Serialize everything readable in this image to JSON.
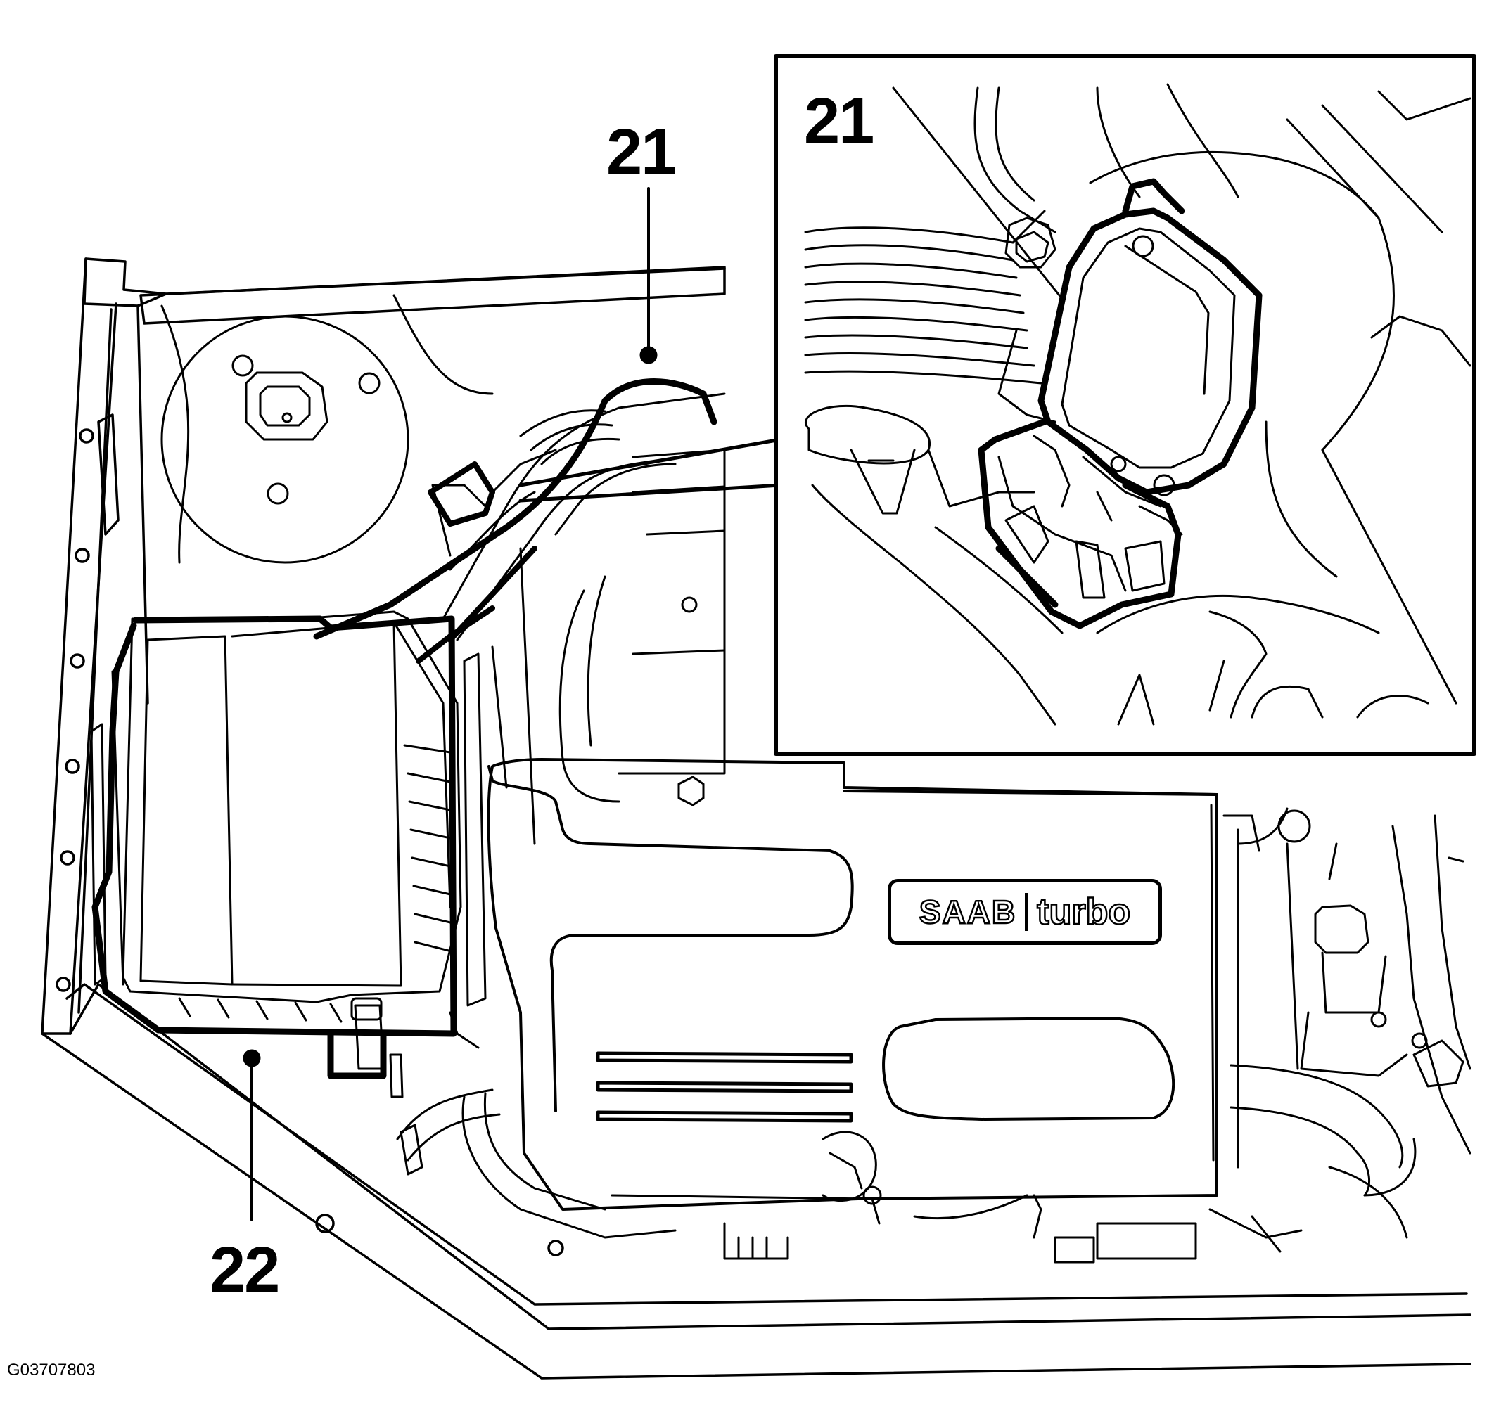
{
  "callouts": {
    "main_21": "21",
    "main_22": "22",
    "inset_21": "21"
  },
  "brand_plate": {
    "left": "SAAB",
    "right": "turbo"
  },
  "figure_id": "G03707803"
}
